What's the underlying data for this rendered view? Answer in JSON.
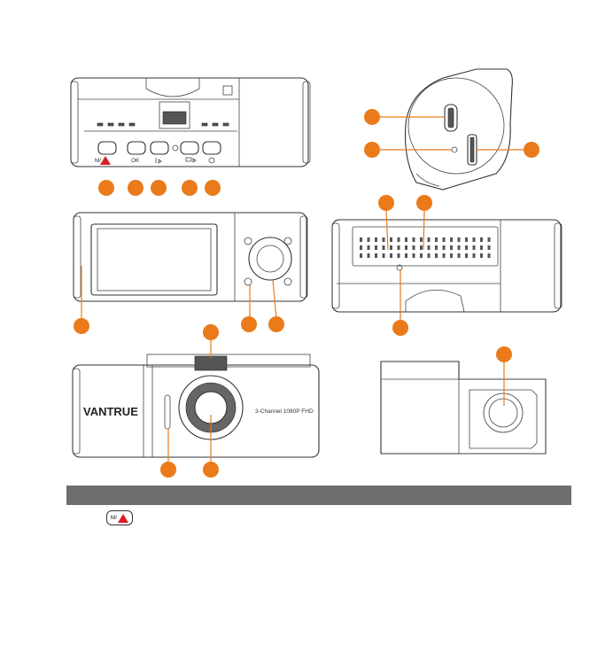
{
  "view_top": {
    "button_labels": [
      "M/",
      "OK",
      "",
      "",
      ""
    ]
  },
  "front": {
    "brand": "VANTRUE",
    "lens_caption": "3-Channel 1080P FHD"
  },
  "mode_badge": {
    "text": "M/"
  },
  "colors": {
    "callout": "#ea7a1a",
    "warning_triangle": "#d91f26",
    "section_bar": "#6f6f6f"
  }
}
